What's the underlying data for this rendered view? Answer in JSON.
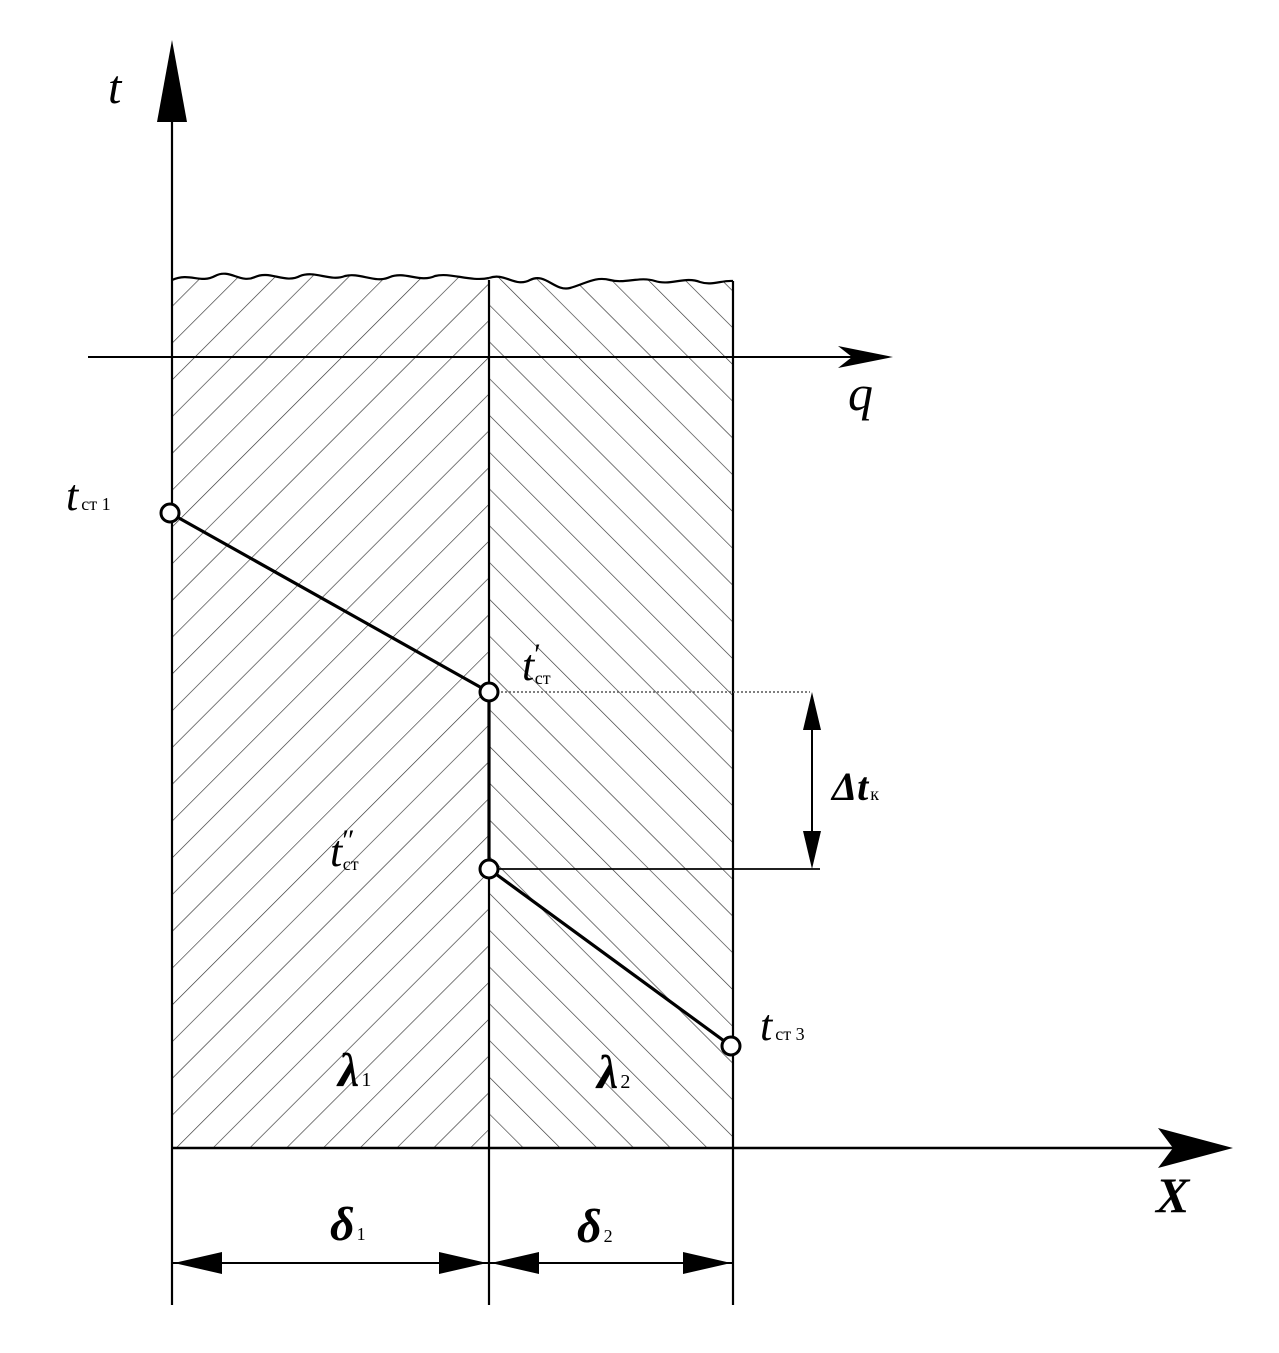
{
  "colors": {
    "ink": "#000000",
    "hatch": "#333333",
    "guide": "#555555",
    "background": "#ffffff"
  },
  "axes": {
    "vertical_label": "t",
    "horizontal_label": "X",
    "heat_flux_label": "q"
  },
  "points": {
    "t_wall_1": {
      "main": "t",
      "sub": "ст 1"
    },
    "t_interface_prime": {
      "main": "t",
      "mark": "′",
      "sub": "ст"
    },
    "t_interface_double_prime": {
      "main": "t",
      "mark": "″",
      "sub": "ст"
    },
    "t_wall_3": {
      "main": "t",
      "sub": "ст 3"
    }
  },
  "contact_drop": {
    "symbol": "Δt",
    "sub": "к"
  },
  "layers": [
    {
      "conductivity": "λ",
      "conductivity_sub": "1",
      "thickness": "δ",
      "thickness_sub": "1"
    },
    {
      "conductivity": "λ",
      "conductivity_sub": "2",
      "thickness": "δ",
      "thickness_sub": "2"
    }
  ]
}
